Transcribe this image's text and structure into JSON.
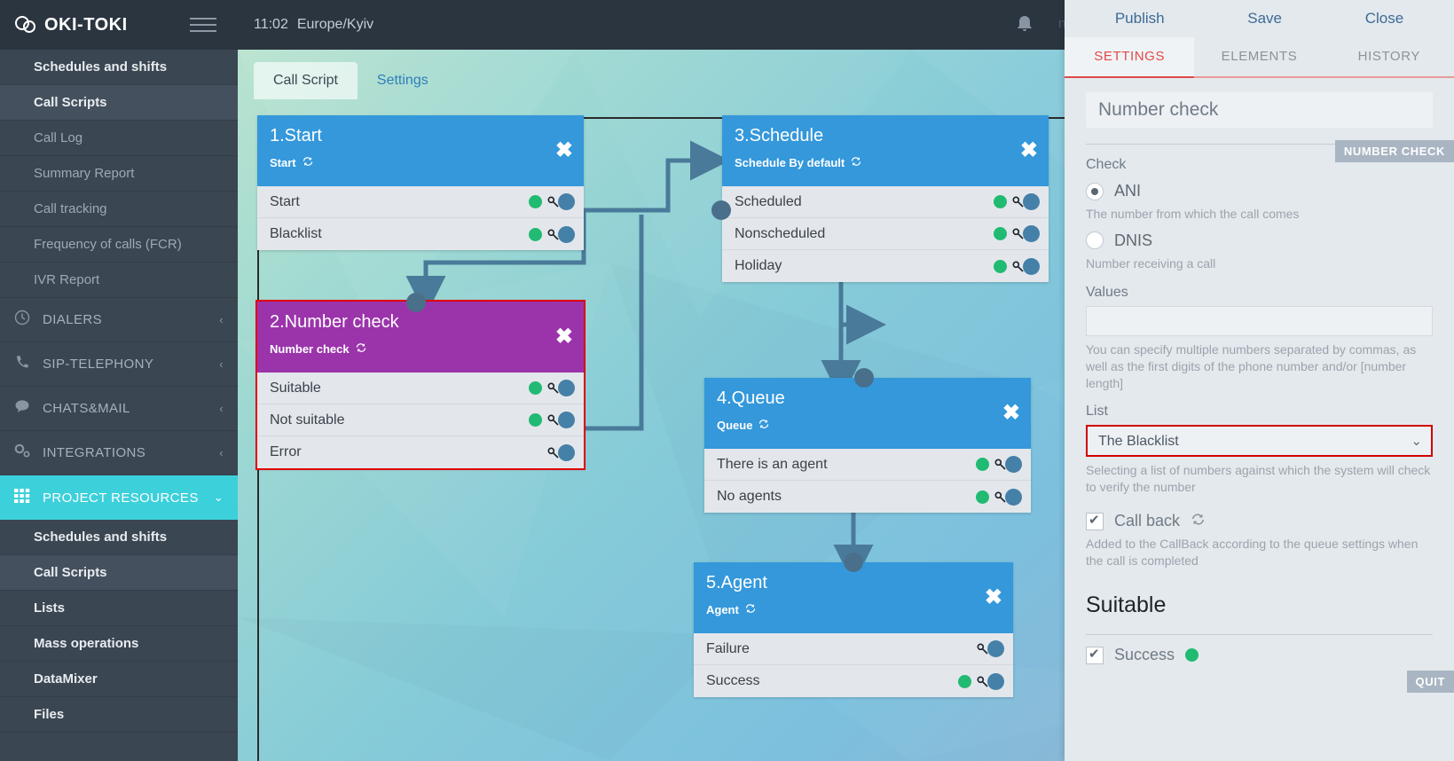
{
  "brand": {
    "name": "OKI-TOKI",
    "logo_icon": "cloud-icon",
    "menu_icon": "hamburger-icon"
  },
  "topbar": {
    "time": "11:02",
    "timezone": "Europe/Kyiv",
    "bell_icon": "bell-icon",
    "ghost_text": "n"
  },
  "sidebar": {
    "top_items": [
      {
        "label": "Schedules and shifts",
        "bold": true
      },
      {
        "label": "Call Scripts",
        "bold": true,
        "active": true
      },
      {
        "label": "Call Log",
        "bold": false
      },
      {
        "label": "Summary Report",
        "bold": false
      },
      {
        "label": "Call tracking",
        "bold": false
      },
      {
        "label": "Frequency of calls (FCR)",
        "bold": false
      },
      {
        "label": "IVR Report",
        "bold": false
      }
    ],
    "groups": [
      {
        "label": "DIALERS",
        "icon": "clock-icon",
        "chevron": "‹",
        "highlight": false
      },
      {
        "label": "SIP-TELEPHONY",
        "icon": "phone-icon",
        "chevron": "‹",
        "highlight": false
      },
      {
        "label": "CHATS&MAIL",
        "icon": "chat-icon",
        "chevron": "‹",
        "highlight": false
      },
      {
        "label": "INTEGRATIONS",
        "icon": "gears-icon",
        "chevron": "‹",
        "highlight": false
      },
      {
        "label": "PROJECT RESOURCES",
        "icon": "grid-icon",
        "chevron": "⌄",
        "highlight": true
      }
    ],
    "sub_items": [
      {
        "label": "Schedules and shifts"
      },
      {
        "label": "Call Scripts",
        "active": true
      },
      {
        "label": "Lists"
      },
      {
        "label": "Mass operations"
      },
      {
        "label": "DataMixer"
      },
      {
        "label": "Files"
      }
    ],
    "highlight_color": "#3cd0db"
  },
  "tabs": [
    {
      "label": "Call Script",
      "active": true
    },
    {
      "label": "Settings",
      "active": false
    }
  ],
  "flow": {
    "nodes": [
      {
        "id": "start",
        "title": "1.Start",
        "subtitle": "Start",
        "sync_icon": "sync-icon",
        "close_icon": "close-icon",
        "color": "blue",
        "selected": false,
        "ports": [
          {
            "label": "Start",
            "green": true,
            "key_icon": "key-icon",
            "blue": true
          },
          {
            "label": "Blacklist",
            "green": true,
            "key_icon": "key-icon",
            "blue": true
          }
        ]
      },
      {
        "id": "number-check",
        "title": "2.Number check",
        "subtitle": "Number check",
        "sync_icon": "sync-icon",
        "close_icon": "close-icon",
        "color": "purple",
        "selected": true,
        "ports": [
          {
            "label": "Suitable",
            "green": true,
            "key_icon": "key-icon",
            "blue": true
          },
          {
            "label": "Not suitable",
            "green": true,
            "key_icon": "key-icon",
            "blue": true
          },
          {
            "label": "Error",
            "green": false,
            "key_icon": "key-icon",
            "blue": true
          }
        ]
      },
      {
        "id": "schedule",
        "title": "3.Schedule",
        "subtitle": "Schedule By default",
        "sync_icon": "sync-icon",
        "close_icon": "close-icon",
        "color": "blue",
        "selected": false,
        "ports": [
          {
            "label": "Scheduled",
            "green": true,
            "key_icon": "key-icon",
            "blue": true
          },
          {
            "label": "Nonscheduled",
            "green": true,
            "key_icon": "key-icon",
            "blue": true
          },
          {
            "label": "Holiday",
            "green": true,
            "key_icon": "key-icon",
            "blue": true
          }
        ]
      },
      {
        "id": "queue",
        "title": "4.Queue",
        "subtitle": "Queue",
        "sync_icon": "sync-icon",
        "close_icon": "close-icon",
        "color": "blue",
        "selected": false,
        "ports": [
          {
            "label": "There is an agent",
            "green": true,
            "key_icon": "key-icon",
            "blue": true
          },
          {
            "label": "No agents",
            "green": true,
            "key_icon": "key-icon",
            "blue": true
          }
        ]
      },
      {
        "id": "agent",
        "title": "5.Agent",
        "subtitle": "Agent",
        "sync_icon": "sync-icon",
        "close_icon": "close-icon",
        "color": "blue",
        "selected": false,
        "ports": [
          {
            "label": "Failure",
            "green": false,
            "key_icon": "key-icon",
            "blue": true
          },
          {
            "label": "Success",
            "green": true,
            "key_icon": "key-icon",
            "blue": true
          }
        ]
      }
    ]
  },
  "panel": {
    "actions": [
      {
        "label": "Publish"
      },
      {
        "label": "Save"
      },
      {
        "label": "Close"
      }
    ],
    "tabs": [
      {
        "label": "SETTINGS",
        "active": true
      },
      {
        "label": "ELEMENTS",
        "active": false
      },
      {
        "label": "HISTORY",
        "active": false
      }
    ],
    "accent_color": "#e04a4a",
    "name_value": "Number check",
    "badge_number_check": "NUMBER CHECK",
    "badge_quit": "QUIT",
    "check_label": "Check",
    "radios": [
      {
        "label": "ANI",
        "selected": true,
        "hint": "The number from which the call comes"
      },
      {
        "label": "DNIS",
        "selected": false,
        "hint": "Number receiving a call"
      }
    ],
    "values_label": "Values",
    "values_value": "",
    "values_hint": "You can specify multiple numbers separated by commas, as well as the first digits of the phone number and/or [number length]",
    "list_label": "List",
    "list_selected": "The Blacklist",
    "list_options": [
      "The Blacklist"
    ],
    "list_hint": "Selecting a list of numbers against which the system will check to verify the number",
    "callback_label": "Call back",
    "callback_checked": true,
    "callback_sync_icon": "sync-icon",
    "callback_hint": "Added to the CallBack according to the queue settings when the call is completed",
    "suitable_title": "Suitable",
    "success_label": "Success",
    "success_checked": true,
    "success_dot_color": "#21ba72",
    "highlight_border": "#d10000"
  }
}
